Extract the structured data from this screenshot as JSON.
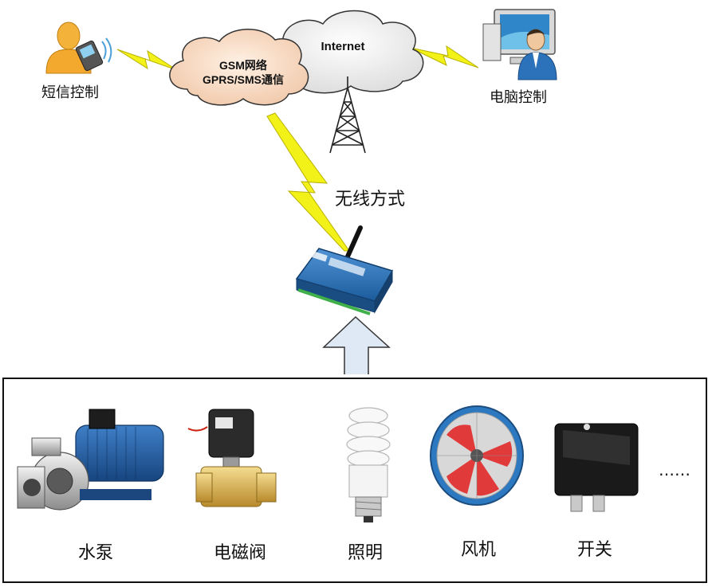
{
  "top": {
    "sms_label": "短信控制",
    "pc_label": "电脑控制",
    "gsm_line1": "GSM网络",
    "gsm_line2": "GPRS/SMS通信",
    "internet_label": "Internet",
    "wireless_label": "无线方式"
  },
  "devices": {
    "pump": "水泵",
    "valve": "电磁阀",
    "lighting": "照明",
    "fan": "风机",
    "switch": "开关",
    "more": "……"
  },
  "colors": {
    "gsm_cloud": "#f6d9c4",
    "internet_cloud": "#f1f1f1",
    "lightning": "#f2f218",
    "arrow_fill": "#dfe8f5",
    "controller_blue": "#2a74b8"
  }
}
